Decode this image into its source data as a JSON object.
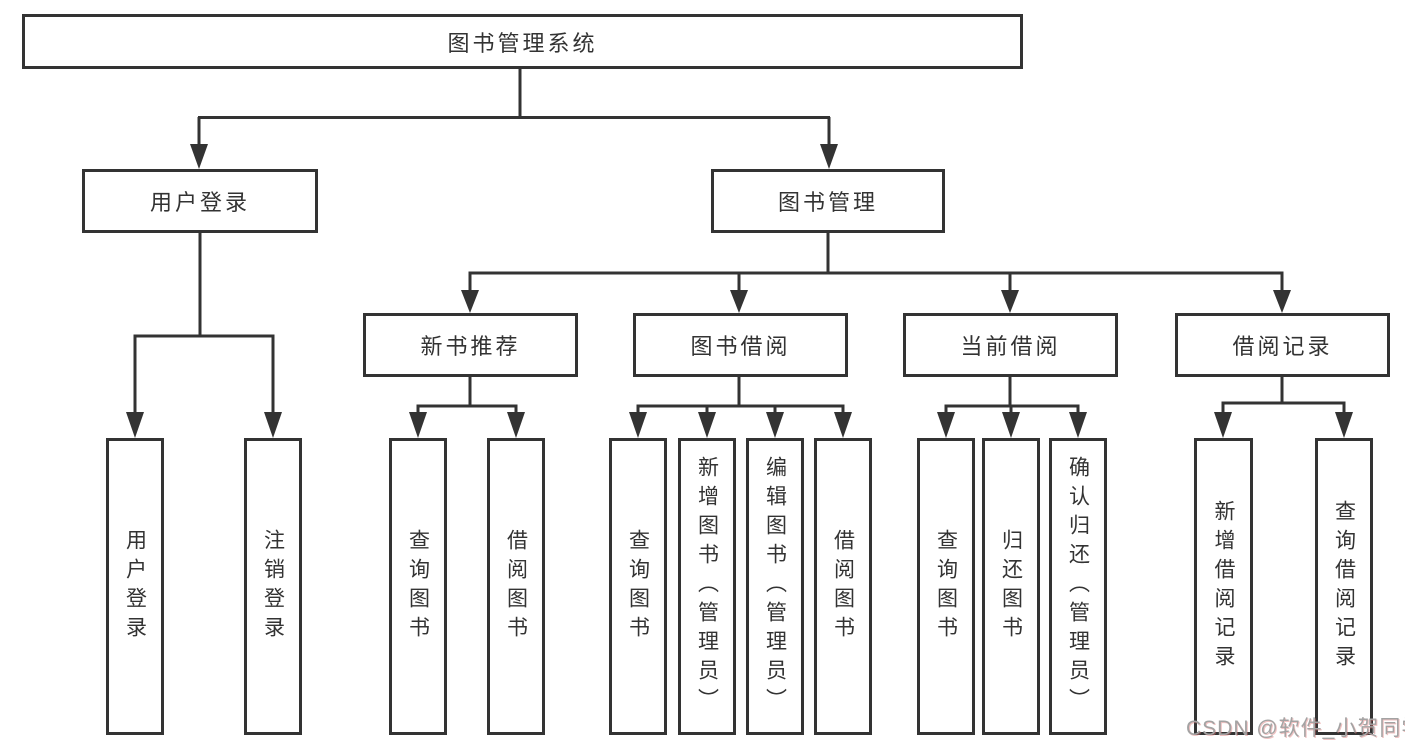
{
  "diagram": {
    "watermark": "CSDN @软件_小贺同学",
    "colors": {
      "line": "#333333",
      "text": "#333333",
      "background": "#ffffff",
      "watermark": "#a3a3a3"
    },
    "tree": {
      "root": {
        "label": "图书管理系统"
      },
      "branches": [
        {
          "label": "用户登录",
          "children": [
            {
              "label": "用户登录"
            },
            {
              "label": "注销登录"
            }
          ]
        },
        {
          "label": "图书管理",
          "children": [
            {
              "label": "新书推荐",
              "children": [
                {
                  "label": "查询图书"
                },
                {
                  "label": "借阅图书"
                }
              ]
            },
            {
              "label": "图书借阅",
              "children": [
                {
                  "label": "查询图书"
                },
                {
                  "label": "新增图书（管理员）"
                },
                {
                  "label": "编辑图书（管理员）"
                },
                {
                  "label": "借阅图书"
                }
              ]
            },
            {
              "label": "当前借阅",
              "children": [
                {
                  "label": "查询图书"
                },
                {
                  "label": "归还图书"
                },
                {
                  "label": "确认归还（管理员）"
                }
              ]
            },
            {
              "label": "借阅记录",
              "children": [
                {
                  "label": "新增借阅记录"
                },
                {
                  "label": "查询借阅记录"
                }
              ]
            }
          ]
        }
      ]
    }
  }
}
